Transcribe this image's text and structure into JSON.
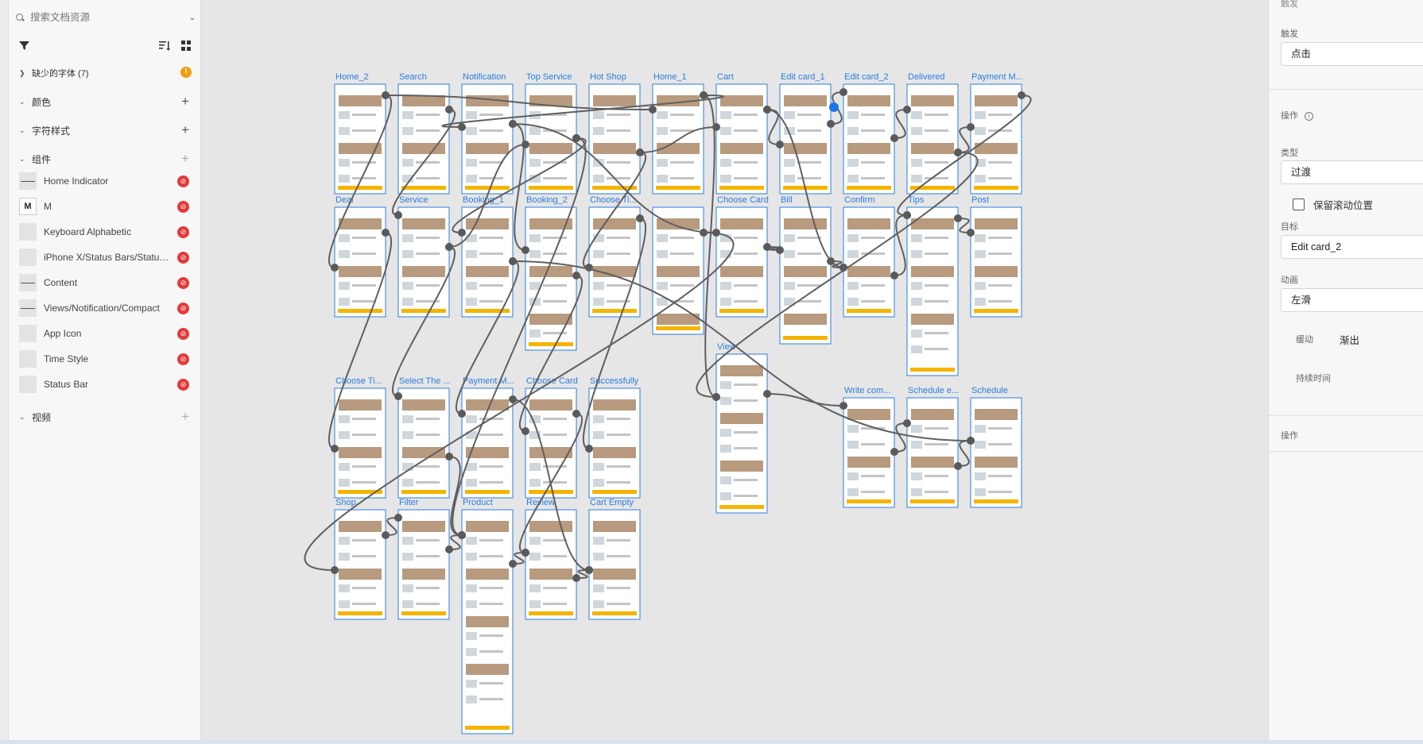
{
  "left_panel": {
    "search_placeholder": "搜索文档资源",
    "missing_fonts": "缺少的字体 (7)",
    "sections": {
      "colors": "颜色",
      "char_styles": "字符样式",
      "components": "组件",
      "video": "视频"
    },
    "components": [
      {
        "label": "Home Indicator",
        "thumb": ""
      },
      {
        "label": "M",
        "thumb": "M"
      },
      {
        "label": "Keyboard Alphabetic",
        "thumb": ""
      },
      {
        "label": "iPhone X/Status Bars/Status...",
        "thumb": ""
      },
      {
        "label": "Content",
        "thumb": ""
      },
      {
        "label": "Views/Notification/Compact",
        "thumb": ""
      },
      {
        "label": "App Icon",
        "thumb": ""
      },
      {
        "label": "Time Style",
        "thumb": ""
      },
      {
        "label": "Status Bar",
        "thumb": ""
      }
    ]
  },
  "canvas": {
    "artboards": [
      {
        "label": "Home_2"
      },
      {
        "label": "Search"
      },
      {
        "label": "Notification"
      },
      {
        "label": "Top Service"
      },
      {
        "label": "Hot Shop"
      },
      {
        "label": "Home_1"
      },
      {
        "label": "Cart"
      },
      {
        "label": "Edit card_1"
      },
      {
        "label": "Edit card_2"
      },
      {
        "label": "Delivered"
      },
      {
        "label": "Payment M..."
      },
      {
        "label": "Deal"
      },
      {
        "label": "Service"
      },
      {
        "label": "Booking_1"
      },
      {
        "label": "Booking_2"
      },
      {
        "label": "Choose Ti..."
      },
      {
        "label": ""
      },
      {
        "label": "Choose Card"
      },
      {
        "label": "Bill"
      },
      {
        "label": "Confirm"
      },
      {
        "label": "Tips"
      },
      {
        "label": "Post"
      },
      {
        "label": "View"
      },
      {
        "label": "Choose Ti..."
      },
      {
        "label": "Select The ..."
      },
      {
        "label": "Payment M..."
      },
      {
        "label": "Choose Card"
      },
      {
        "label": "Successfully"
      },
      {
        "label": "Write com..."
      },
      {
        "label": "Schedule e..."
      },
      {
        "label": "Schedule"
      },
      {
        "label": "Shop"
      },
      {
        "label": "Filter"
      },
      {
        "label": "Product"
      },
      {
        "label": "Review"
      },
      {
        "label": "Cart Empty"
      }
    ],
    "accent_yellow": "#f4b400",
    "label_blue": "#2a7de1",
    "wire_color": "#5f5f5f"
  },
  "right_panel": {
    "top_label": "触发",
    "trigger_label": "触发",
    "trigger_value": "点击",
    "action_label": "操作",
    "type_label": "类型",
    "type_value": "过渡",
    "keep_scroll": "保留滚动位置",
    "target_label": "目标",
    "target_value": "Edit card_2",
    "animation_label": "动画",
    "animation_value": "左滑",
    "easing_label": "缓动",
    "easing_value": "渐出",
    "duration_label": "持续时间",
    "action2_label": "操作"
  }
}
